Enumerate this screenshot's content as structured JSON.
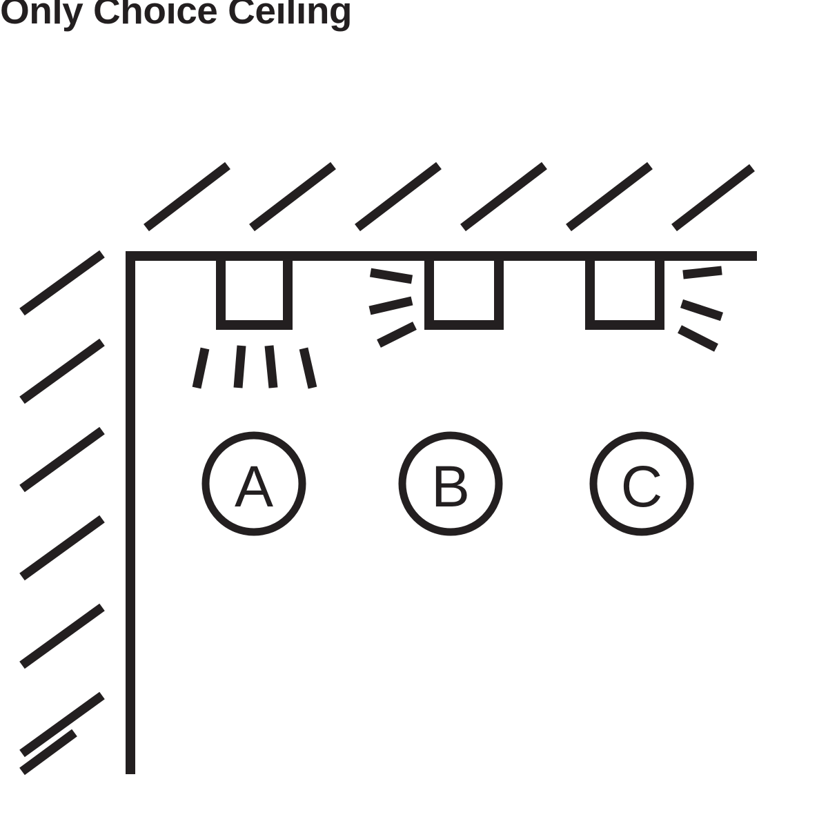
{
  "title": "Only Choice Ceiling",
  "colors": {
    "ink": "#231f20",
    "background": "#ffffff"
  },
  "scene": {
    "description": "Line drawing of a room corner: hatched wall on the left and hatched ceiling on top, with three recessed ceiling light fixtures labeled A, B and C. Light A emits rays downward, light B emits rays to the left, light C emits rays to the right.",
    "wall": {
      "name": "left-wall",
      "hatch_count": 7,
      "hatch_direction": "up-right-45"
    },
    "ceiling": {
      "name": "ceiling",
      "hatch_count": 6,
      "hatch_direction": "up-right-45"
    },
    "lights": [
      {
        "id": "A",
        "label": "A",
        "ray_count": 4,
        "ray_direction": "down"
      },
      {
        "id": "B",
        "label": "B",
        "ray_count": 3,
        "ray_direction": "left"
      },
      {
        "id": "C",
        "label": "C",
        "ray_count": 3,
        "ray_direction": "right"
      }
    ]
  }
}
